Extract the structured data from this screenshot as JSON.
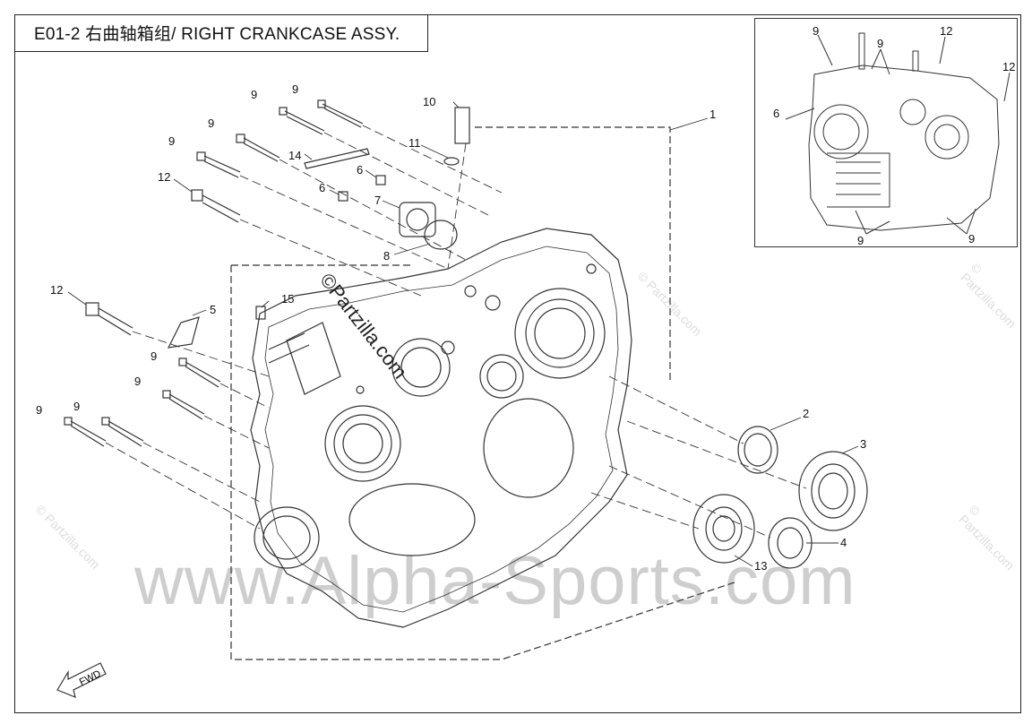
{
  "title": "E01-2 右曲轴箱组/ RIGHT CRANKCASE ASSY.",
  "watermarks": {
    "center": "©Partzilla.com",
    "small": "© Partzilla.com",
    "banner": "www.Alpha-Sports.com"
  },
  "fwd_label": "FWD",
  "callouts": {
    "c1": "1",
    "c2": "2",
    "c3": "3",
    "c4": "4",
    "c5": "5",
    "c6a": "6",
    "c6b": "6",
    "c7": "7",
    "c8": "8",
    "c9a": "9",
    "c9b": "9",
    "c9c": "9",
    "c9d": "9",
    "c9e": "9",
    "c9f": "9",
    "c9g": "9",
    "c9h": "9",
    "c10": "10",
    "c11": "11",
    "c12a": "12",
    "c12b": "12",
    "c13": "13",
    "c14": "14",
    "c15": "15"
  },
  "inset_callouts": {
    "i9a": "9",
    "i9b": "9",
    "i9c": "9",
    "i9d": "9",
    "i12a": "12",
    "i12b": "12",
    "i6": "6"
  }
}
